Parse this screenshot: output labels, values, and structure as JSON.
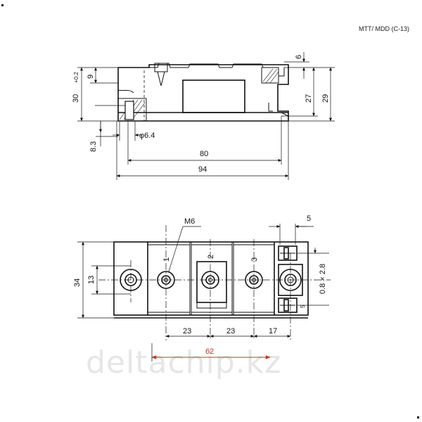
{
  "title": "MTT/ MDD (C-13)",
  "watermark": "deltachip.kz",
  "side_view": {
    "dim_30": "30",
    "dim_30_tol": "+0.2",
    "dim_9": "9",
    "dim_6": "6",
    "dim_27": "27",
    "dim_29": "29",
    "dim_8_3": "8.3",
    "dim_phi": "φ6.4",
    "dim_80": "80",
    "dim_94": "94"
  },
  "top_view": {
    "thread": "M6",
    "dim_5_top": "5",
    "dim_34": "34",
    "dim_13": "13",
    "terminal_1": "1",
    "terminal_2": "2",
    "terminal_3": "3",
    "dim_tab": "0.8 × 2.8",
    "dim_5_small": "5",
    "dim_23a": "23",
    "dim_23b": "23",
    "dim_17": "17",
    "dim_62": "62"
  },
  "colors": {
    "line": "#111111",
    "watermark": "#e6e6e6",
    "accent_62": "#c0392b"
  }
}
